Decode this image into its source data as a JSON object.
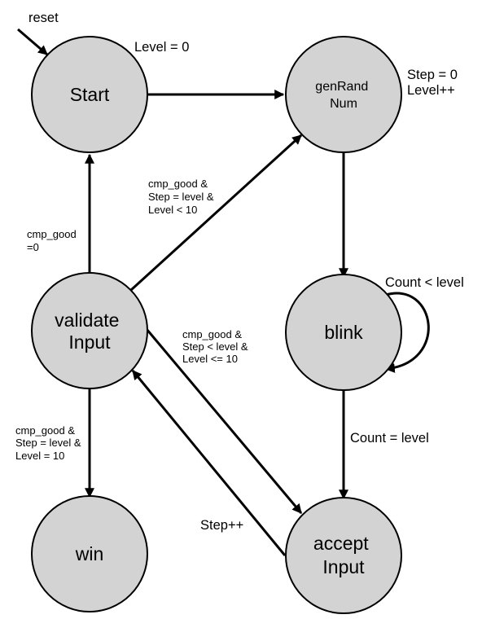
{
  "states": {
    "start": "Start",
    "gen_rand_num": [
      "genRand",
      "Num"
    ],
    "blink": "blink",
    "validate_input": [
      "validate",
      "Input"
    ],
    "accept_input": [
      "accept",
      "Input"
    ],
    "win": "win"
  },
  "annotations": {
    "reset": "reset",
    "start_action": "Level = 0",
    "gen_rand_action": [
      "Step = 0",
      "Level++"
    ],
    "accept_action": "Step++"
  },
  "transitions": {
    "start_to_genrand": "",
    "genrand_to_blink": "",
    "blink_self_loop": "Count < level",
    "blink_to_accept": "Count = level",
    "validate_to_start": [
      "cmp_good",
      "=0"
    ],
    "validate_to_genrand": [
      "cmp_good &",
      "Step = level &",
      "Level < 10"
    ],
    "validate_to_accept": [
      "cmp_good &",
      "Step < level &",
      "Level <= 10"
    ],
    "validate_to_win": [
      "cmp_good &",
      "Step = level &",
      "Level = 10"
    ]
  },
  "colors": {
    "state_fill": "#d3d3d3",
    "stroke": "#000000",
    "background": "#ffffff"
  }
}
